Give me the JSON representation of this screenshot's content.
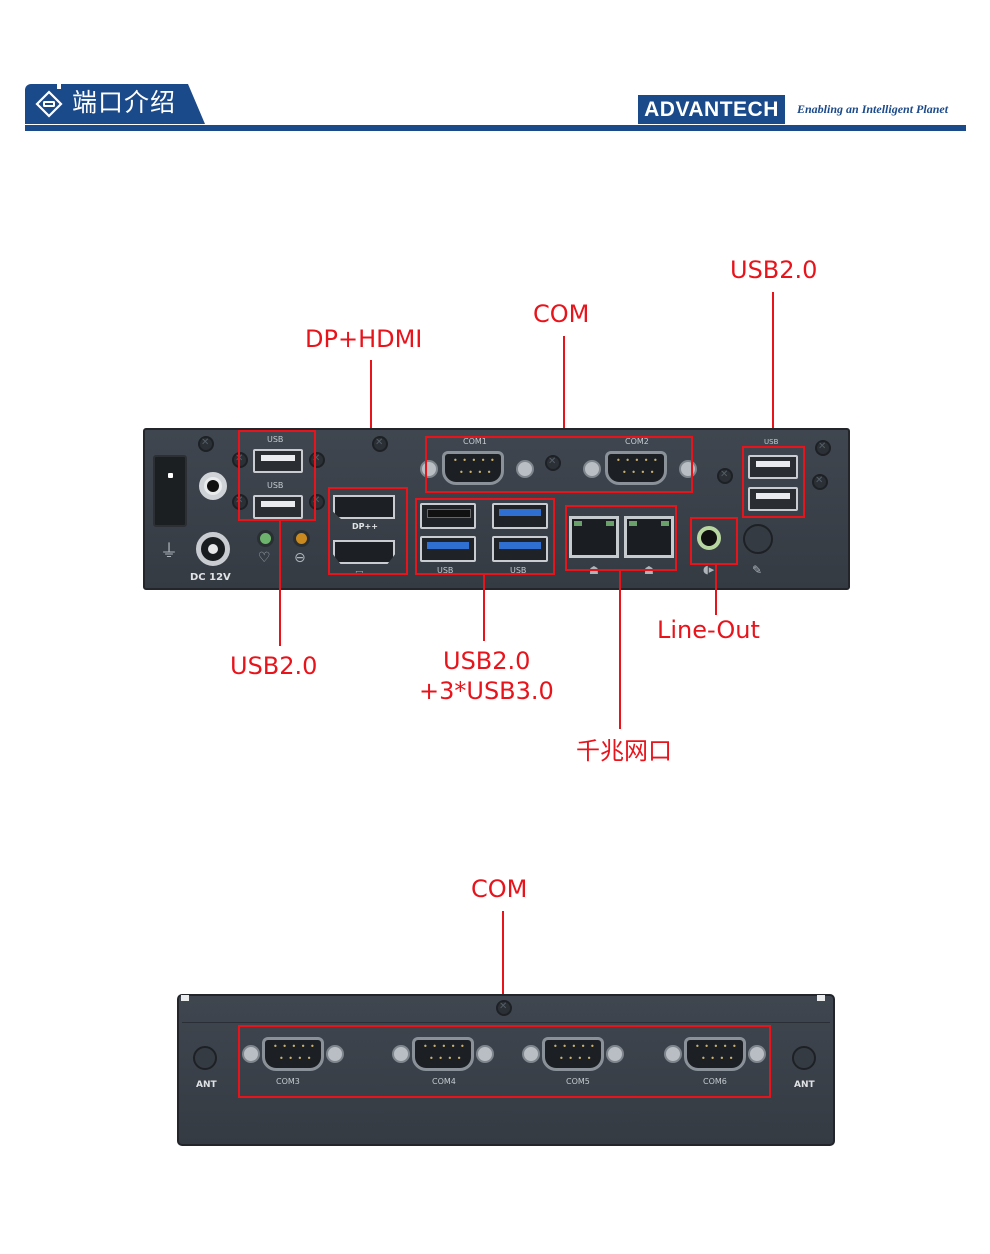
{
  "header": {
    "title": "端口介绍",
    "title_icon": "port-connector-icon",
    "brand_logo": "ADVANTECH",
    "brand_tagline": "Enabling an Intelligent Planet",
    "brand_color": "#1b4a8a"
  },
  "callouts": {
    "color": "#e8141c",
    "top_view": {
      "usb2_right": "USB2.0",
      "com": "COM",
      "dp_hdmi": "DP+HDMI",
      "usb2_left": "USB2.0",
      "usb_combo_line1": "USB2.0",
      "usb_combo_line2": "+3*USB3.0",
      "line_out": "Line-Out",
      "gigabit_lan": "千兆网口"
    },
    "bottom_view": {
      "com": "COM"
    }
  },
  "front_panel": {
    "labels": {
      "usb_top": "USB",
      "usb_bottom": "USB",
      "dp": "DP++",
      "com1": "COM1",
      "com2": "COM2",
      "usb3_a": "USB",
      "usb3_b": "USB",
      "usb_right": "USB",
      "power_in": "DC 12V"
    },
    "icons": [
      "power-switch-icon",
      "ground-icon",
      "power-led-icon",
      "hdd-led-icon",
      "hdmi-icon",
      "lan-icon",
      "audio-out-icon",
      "mic-icon"
    ]
  },
  "rear_panel": {
    "labels": {
      "ant_left": "ANT",
      "com3": "COM3",
      "com4": "COM4",
      "com5": "COM5",
      "com6": "COM6",
      "ant_right": "ANT"
    }
  }
}
